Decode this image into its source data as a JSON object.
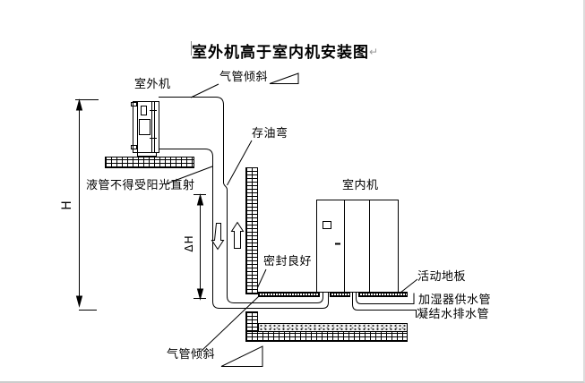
{
  "diagram": {
    "title": "室外机高于室内机安装图",
    "return_mark": "↵",
    "labels": {
      "outdoor_unit": "室外机",
      "indoor_unit": "室内机",
      "gas_pipe_slope_top": "气管倾斜",
      "gas_pipe_slope_bottom": "气管倾斜",
      "oil_trap": "存油弯",
      "liquid_pipe_note": "液管不得受阳光直射",
      "seal_note": "密封良好",
      "raised_floor": "活动地板",
      "humidifier_supply_pipe": "加湿器供水管",
      "condensate_drain_pipe": "凝结水排水管",
      "dimension_outer": "H",
      "dimension_inner": "ΔH"
    },
    "colors": {
      "line": "#000000",
      "background": "#ffffff",
      "return_mark": "#999999"
    }
  }
}
